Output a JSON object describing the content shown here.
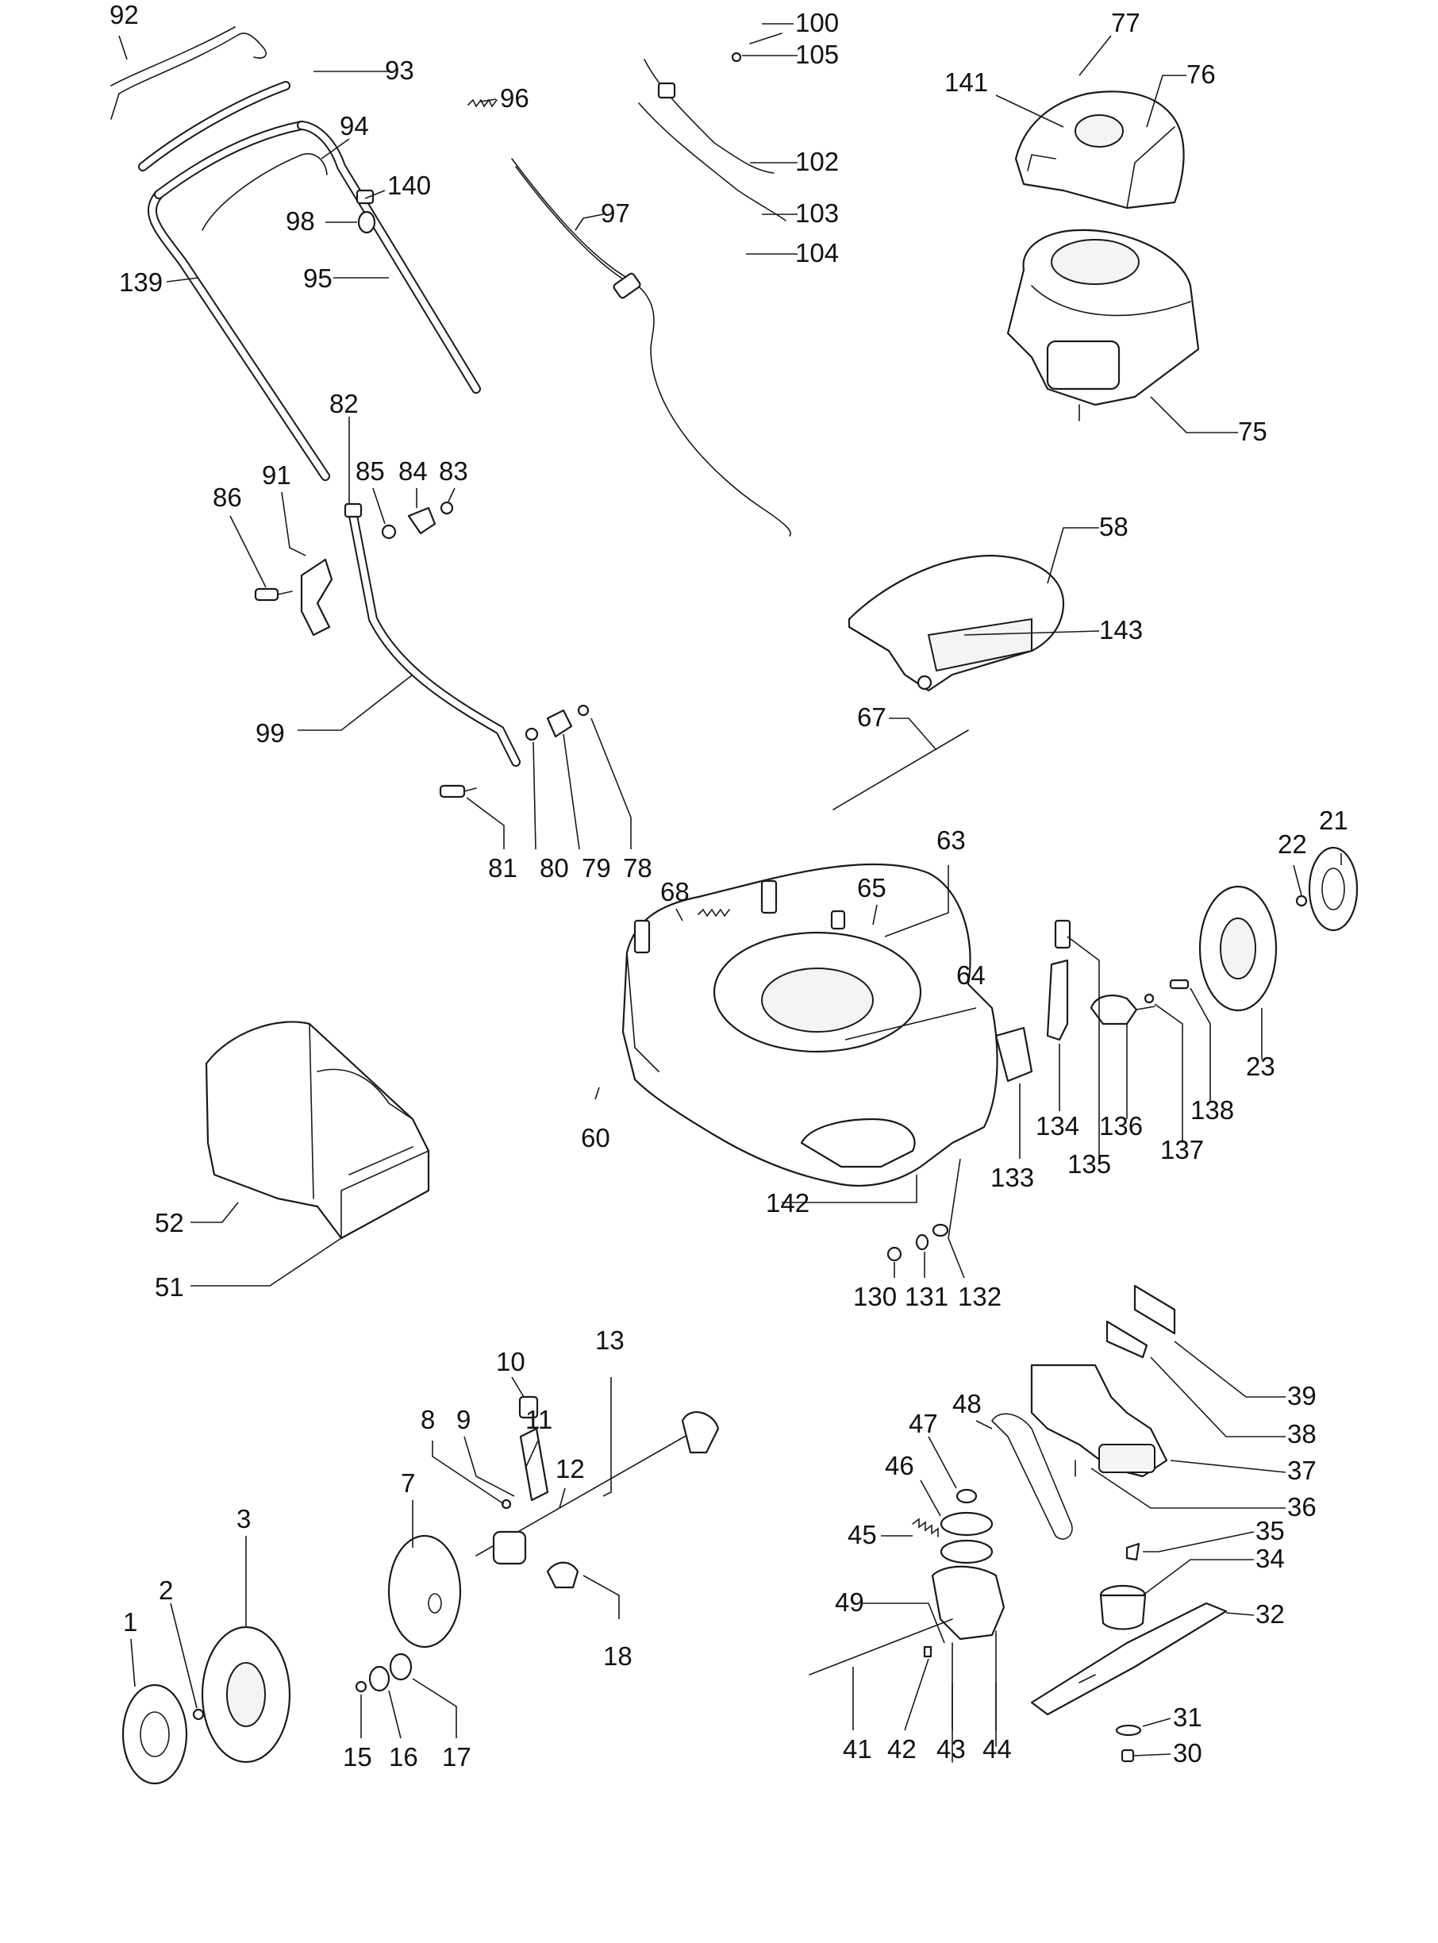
{
  "callouts": [
    {
      "id": "c92",
      "text": "92"
    },
    {
      "id": "c93",
      "text": "93"
    },
    {
      "id": "c94",
      "text": "94"
    },
    {
      "id": "c140",
      "text": "140"
    },
    {
      "id": "c98",
      "text": "98"
    },
    {
      "id": "c95",
      "text": "95"
    },
    {
      "id": "c139",
      "text": "139"
    },
    {
      "id": "c96",
      "text": "96"
    },
    {
      "id": "c97",
      "text": "97"
    },
    {
      "id": "c100",
      "text": "100"
    },
    {
      "id": "c105",
      "text": "105"
    },
    {
      "id": "c102",
      "text": "102"
    },
    {
      "id": "c103",
      "text": "103"
    },
    {
      "id": "c104",
      "text": "104"
    },
    {
      "id": "c77",
      "text": "77"
    },
    {
      "id": "c141",
      "text": "141"
    },
    {
      "id": "c76",
      "text": "76"
    },
    {
      "id": "c75",
      "text": "75"
    },
    {
      "id": "c82",
      "text": "82"
    },
    {
      "id": "c85",
      "text": "85"
    },
    {
      "id": "c84",
      "text": "84"
    },
    {
      "id": "c83",
      "text": "83"
    },
    {
      "id": "c86",
      "text": "86"
    },
    {
      "id": "c91",
      "text": "91"
    },
    {
      "id": "c99",
      "text": "99"
    },
    {
      "id": "c81",
      "text": "81"
    },
    {
      "id": "c80",
      "text": "80"
    },
    {
      "id": "c79",
      "text": "79"
    },
    {
      "id": "c78",
      "text": "78"
    },
    {
      "id": "c58",
      "text": "58"
    },
    {
      "id": "c143",
      "text": "143"
    },
    {
      "id": "c67",
      "text": "67"
    },
    {
      "id": "c63",
      "text": "63"
    },
    {
      "id": "c68",
      "text": "68"
    },
    {
      "id": "c65",
      "text": "65"
    },
    {
      "id": "c64",
      "text": "64"
    },
    {
      "id": "c60",
      "text": "60"
    },
    {
      "id": "c142",
      "text": "142"
    },
    {
      "id": "c21",
      "text": "21"
    },
    {
      "id": "c22",
      "text": "22"
    },
    {
      "id": "c23",
      "text": "23"
    },
    {
      "id": "c138",
      "text": "138"
    },
    {
      "id": "c137",
      "text": "137"
    },
    {
      "id": "c136",
      "text": "136"
    },
    {
      "id": "c135",
      "text": "135"
    },
    {
      "id": "c134",
      "text": "134"
    },
    {
      "id": "c133",
      "text": "133"
    },
    {
      "id": "c52",
      "text": "52"
    },
    {
      "id": "c51",
      "text": "51"
    },
    {
      "id": "c130",
      "text": "130"
    },
    {
      "id": "c131",
      "text": "131"
    },
    {
      "id": "c132",
      "text": "132"
    },
    {
      "id": "c13",
      "text": "13"
    },
    {
      "id": "c10",
      "text": "10"
    },
    {
      "id": "c8",
      "text": "8"
    },
    {
      "id": "c9",
      "text": "9"
    },
    {
      "id": "c11",
      "text": "11"
    },
    {
      "id": "c12",
      "text": "12"
    },
    {
      "id": "c7",
      "text": "7"
    },
    {
      "id": "c3",
      "text": "3"
    },
    {
      "id": "c2",
      "text": "2"
    },
    {
      "id": "c1",
      "text": "1"
    },
    {
      "id": "c18",
      "text": "18"
    },
    {
      "id": "c15",
      "text": "15"
    },
    {
      "id": "c16",
      "text": "16"
    },
    {
      "id": "c17",
      "text": "17"
    },
    {
      "id": "c39",
      "text": "39"
    },
    {
      "id": "c38",
      "text": "38"
    },
    {
      "id": "c37",
      "text": "37"
    },
    {
      "id": "c36",
      "text": "36"
    },
    {
      "id": "c48",
      "text": "48"
    },
    {
      "id": "c47",
      "text": "47"
    },
    {
      "id": "c46",
      "text": "46"
    },
    {
      "id": "c45",
      "text": "45"
    },
    {
      "id": "c35",
      "text": "35"
    },
    {
      "id": "c34",
      "text": "34"
    },
    {
      "id": "c49",
      "text": "49"
    },
    {
      "id": "c32",
      "text": "32"
    },
    {
      "id": "c41",
      "text": "41"
    },
    {
      "id": "c42",
      "text": "42"
    },
    {
      "id": "c43",
      "text": "43"
    },
    {
      "id": "c44",
      "text": "44"
    },
    {
      "id": "c31",
      "text": "31"
    },
    {
      "id": "c30",
      "text": "30"
    }
  ]
}
